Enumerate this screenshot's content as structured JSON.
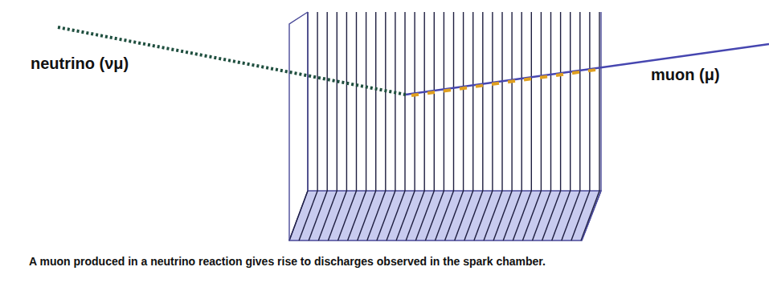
{
  "diagram": {
    "caption": "A muon produced in a neutrino reaction gives rise to discharges observed in the spark chamber.",
    "labels": [
      "neutrino (νμ)",
      "muon (μ)"
    ]
  }
}
